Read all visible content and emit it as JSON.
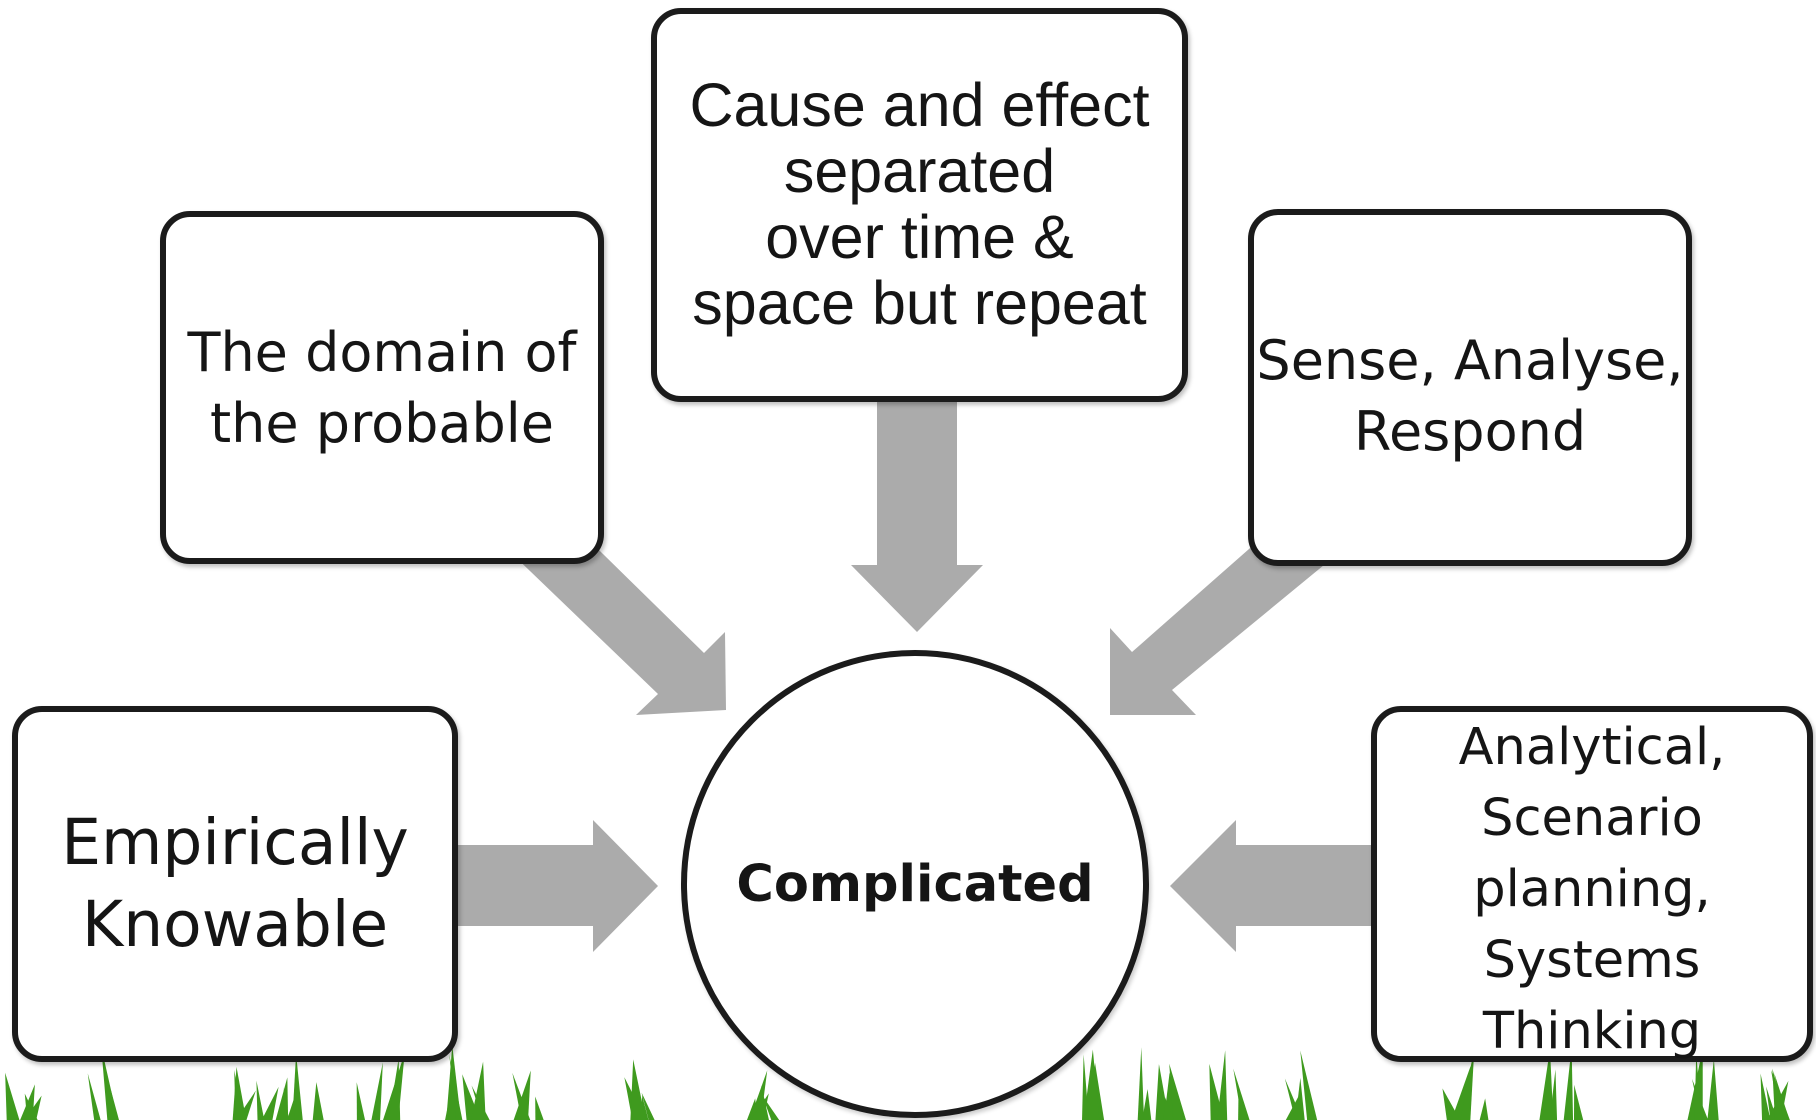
{
  "diagram": {
    "center": {
      "label": "Complicated"
    },
    "boxes": {
      "top_left": {
        "lines": [
          "The domain of",
          "the probable"
        ]
      },
      "top_center": {
        "lines": [
          "Cause and effect",
          "separated",
          "over time &",
          "space but repeat"
        ]
      },
      "top_right": {
        "lines": [
          "Sense, Analyse,",
          "Respond"
        ]
      },
      "bottom_left": {
        "lines": [
          "Empirically",
          "Knowable"
        ]
      },
      "bottom_right": {
        "lines": [
          "Analytical,",
          "Scenario",
          "planning,",
          "Systems",
          "Thinking"
        ]
      }
    },
    "colors": {
      "arrow": "#ababab",
      "border": "#1b1b1b",
      "grass": "#3f9a1e"
    }
  }
}
